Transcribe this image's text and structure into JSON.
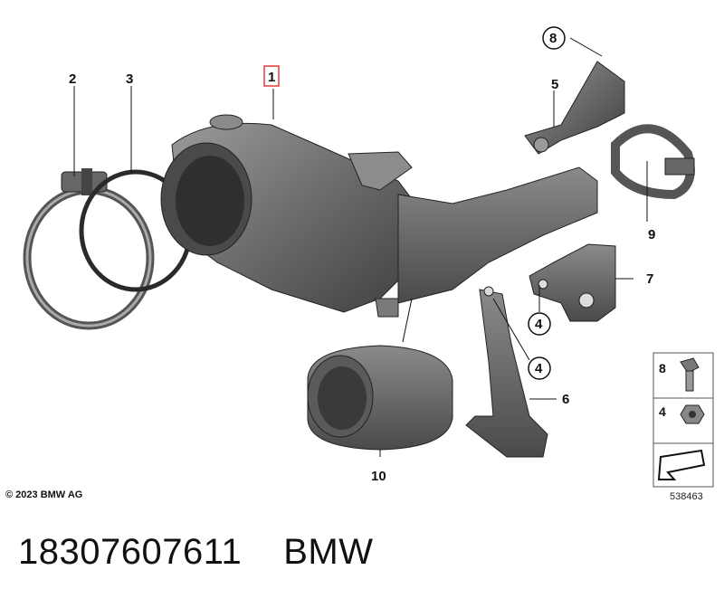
{
  "callouts": {
    "c1": "1",
    "c2": "2",
    "c3": "3",
    "c4a": "4",
    "c4b": "4",
    "c5": "5",
    "c6": "6",
    "c7": "7",
    "c8": "8",
    "c9": "9",
    "c10": "10"
  },
  "legend": {
    "item_a": "8",
    "item_b": "4"
  },
  "copyright": "© 2023 BMW AG",
  "diagram_number": "538463",
  "footer": {
    "part_number": "18307607611",
    "brand": "BMW"
  },
  "colors": {
    "part_fill": "#6e6e6e",
    "part_dark": "#3a3a3a",
    "highlight": "#e23b3b",
    "line": "#111111"
  }
}
